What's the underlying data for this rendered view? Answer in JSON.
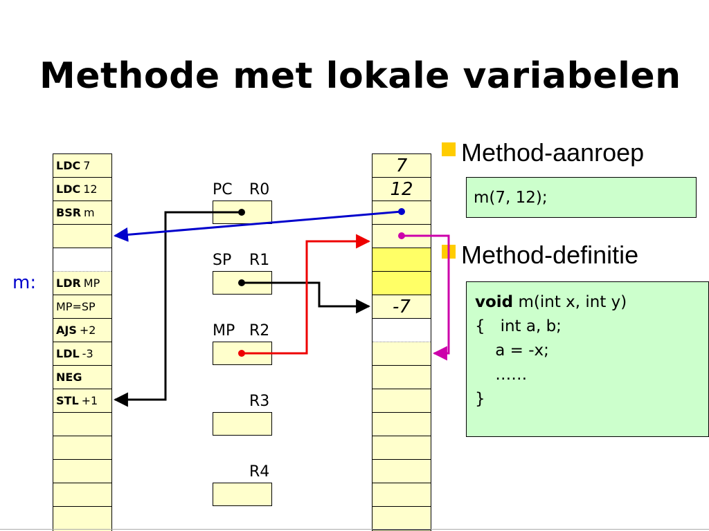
{
  "title": "Methode met lokale variabelen",
  "code_memory": {
    "cells": [
      {
        "op": "LDC",
        "arg": "7"
      },
      {
        "op": "LDC",
        "arg": "12"
      },
      {
        "op": "BSR",
        "arg": "m"
      },
      {
        "op": "",
        "arg": ""
      },
      {
        "op": "",
        "arg": "",
        "gap": true
      },
      {
        "op": "LDR",
        "arg": "MP"
      },
      {
        "op": "",
        "arg": "MP=SP",
        "mp_sp": true
      },
      {
        "op": "AJS",
        "arg": "+2"
      },
      {
        "op": "LDL",
        "arg": "-3"
      },
      {
        "op": "NEG",
        "arg": ""
      },
      {
        "op": "STL",
        "arg": "+1"
      },
      {
        "op": "",
        "arg": ""
      },
      {
        "op": "",
        "arg": ""
      },
      {
        "op": "",
        "arg": ""
      },
      {
        "op": "",
        "arg": ""
      }
    ],
    "m_label": "m:"
  },
  "registers": [
    {
      "name": "PC",
      "reg": "R0"
    },
    {
      "name": "SP",
      "reg": "R1"
    },
    {
      "name": "MP",
      "reg": "R2"
    },
    {
      "name": "",
      "reg": "R3"
    },
    {
      "name": "",
      "reg": "R4"
    }
  ],
  "stack": {
    "cells": [
      {
        "value": "7"
      },
      {
        "value": "12"
      },
      {
        "value": ""
      },
      {
        "value": ""
      },
      {
        "value": "",
        "highlight": true
      },
      {
        "value": "",
        "highlight": true
      },
      {
        "value": "-7"
      },
      {
        "value": "",
        "gap": true
      },
      {
        "value": ""
      },
      {
        "value": ""
      },
      {
        "value": ""
      },
      {
        "value": ""
      },
      {
        "value": ""
      },
      {
        "value": ""
      },
      {
        "value": ""
      },
      {
        "value": ""
      }
    ]
  },
  "bullets": [
    {
      "label": "Method-aanroep"
    },
    {
      "label": "Method-definitie"
    }
  ],
  "call_code": "m(7, 12);",
  "def_code": {
    "keyword": "void",
    "signature": " m(int x, int y)",
    "lines": [
      "{   int a, b;",
      "    a = -x;",
      "    ……",
      "}"
    ]
  },
  "colors": {
    "cell_bg": "#ffffcc",
    "highlight": "#ffff66",
    "code_bg": "#ccffcc",
    "bullet": "#ffcc00",
    "arrow_pc": "#000000",
    "arrow_return": "#0000cc",
    "arrow_mp": "#ee0000",
    "arrow_old_mp": "#cc00aa"
  }
}
